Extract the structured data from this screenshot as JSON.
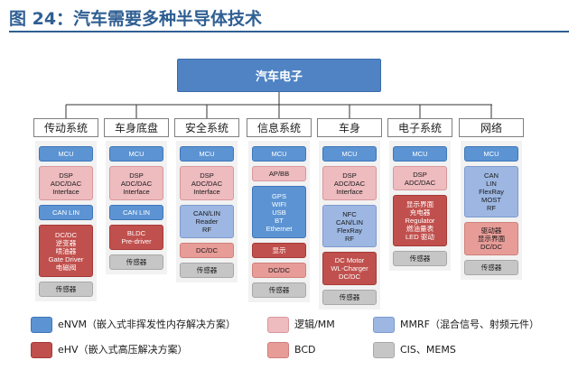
{
  "title": "图 24：汽车需要多种半导体技术",
  "root": "汽车电子",
  "columns": [
    {
      "header": "传动系统",
      "blocks": [
        {
          "type": "eNVM",
          "lines": [
            "MCU"
          ]
        },
        {
          "type": "logic",
          "lines": [
            "DSP",
            "ADC/DAC",
            "Interface"
          ]
        },
        {
          "type": "eNVM",
          "lines": [
            "CAN LIN"
          ]
        },
        {
          "type": "ehv",
          "lines": [
            "DC/DC",
            "逆变器",
            "喷油器",
            "Gate Driver",
            "电磁阀"
          ]
        },
        {
          "type": "cis",
          "lines": [
            "传感器"
          ]
        }
      ]
    },
    {
      "header": "车身底盘",
      "blocks": [
        {
          "type": "eNVM",
          "lines": [
            "MCU"
          ]
        },
        {
          "type": "logic",
          "lines": [
            "DSP",
            "ADC/DAC",
            "Interface"
          ]
        },
        {
          "type": "eNVM",
          "lines": [
            "CAN LIN"
          ]
        },
        {
          "type": "ehv",
          "lines": [
            "BLDC",
            "Pre-driver"
          ]
        },
        {
          "type": "cis",
          "lines": [
            "传感器"
          ]
        }
      ]
    },
    {
      "header": "安全系统",
      "blocks": [
        {
          "type": "eNVM",
          "lines": [
            "MCU"
          ]
        },
        {
          "type": "logic",
          "lines": [
            "DSP",
            "ADC/DAC",
            "Interface"
          ]
        },
        {
          "type": "mmrf",
          "lines": [
            "CAN/LIN",
            "Reader",
            "RF"
          ]
        },
        {
          "type": "bcd",
          "lines": [
            "DC/DC"
          ]
        },
        {
          "type": "cis",
          "lines": [
            "传感器"
          ]
        }
      ]
    },
    {
      "header": "信息系统",
      "blocks": [
        {
          "type": "eNVM",
          "lines": [
            "MCU"
          ]
        },
        {
          "type": "logic",
          "lines": [
            "AP/BB"
          ]
        },
        {
          "type": "eNVM",
          "lines": [
            "GPS",
            "WIFI",
            "USB",
            "BT",
            "Ethernet"
          ]
        },
        {
          "type": "ehv",
          "lines": [
            "显示"
          ]
        },
        {
          "type": "bcd",
          "lines": [
            "DC/DC"
          ]
        },
        {
          "type": "cis",
          "lines": [
            "传感器"
          ]
        }
      ]
    },
    {
      "header": "车身",
      "blocks": [
        {
          "type": "eNVM",
          "lines": [
            "MCU"
          ]
        },
        {
          "type": "logic",
          "lines": [
            "DSP",
            "ADC/DAC",
            "Interface"
          ]
        },
        {
          "type": "mmrf",
          "lines": [
            "NFC",
            "CAN/LIN",
            "FlexRay",
            "RF"
          ]
        },
        {
          "type": "ehv",
          "lines": [
            "DC Motor",
            "WL-Charger",
            "DC/DC"
          ]
        },
        {
          "type": "cis",
          "lines": [
            "传感器"
          ]
        }
      ]
    },
    {
      "header": "电子系统",
      "blocks": [
        {
          "type": "eNVM",
          "lines": [
            "MCU"
          ]
        },
        {
          "type": "logic",
          "lines": [
            "DSP",
            "ADC/DAC"
          ]
        },
        {
          "type": "ehv",
          "lines": [
            "显示界面",
            "充电器",
            "Regulator",
            "燃油量表",
            "LED 驱动"
          ]
        },
        {
          "type": "cis",
          "lines": [
            "传感器"
          ]
        }
      ]
    },
    {
      "header": "网络",
      "blocks": [
        {
          "type": "eNVM",
          "lines": [
            "MCU"
          ]
        },
        {
          "type": "mmrf",
          "lines": [
            "CAN",
            "LIN",
            "FlexRay",
            "MOST",
            "RF"
          ]
        },
        {
          "type": "bcd",
          "lines": [
            "驱动器",
            "显示界面",
            "DC/DC"
          ]
        },
        {
          "type": "cis",
          "lines": [
            "传感器"
          ]
        }
      ]
    }
  ],
  "legend": [
    {
      "type": "eNVM",
      "label": "eNVM（嵌入式非挥发性内存解决方案）"
    },
    {
      "type": "logic",
      "label": "逻辑/MM"
    },
    {
      "type": "mmrf",
      "label": "MMRF（混合信号、射频元件）"
    },
    {
      "type": "ehv",
      "label": "eHV（嵌入式高压解决方案）"
    },
    {
      "type": "bcd",
      "label": "BCD"
    },
    {
      "type": "cis",
      "label": "CIS、MEMS"
    }
  ]
}
